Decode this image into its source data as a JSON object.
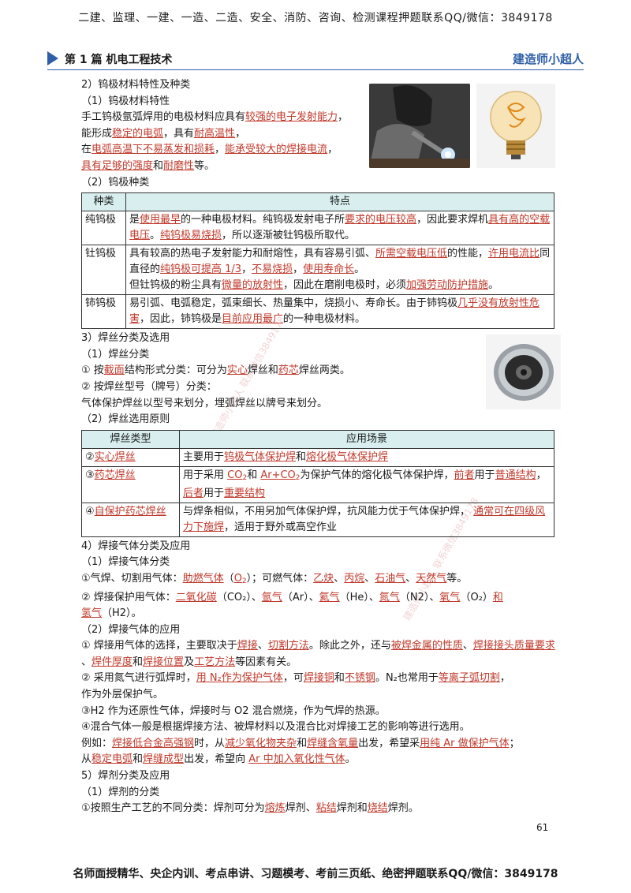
{
  "top_banner": "二建、监理、一建、一造、二造、安全、消防、咨询、检测课程押题联系QQ/微信：3849178",
  "header": {
    "part": "第 1 篇  机电工程技术",
    "brand": "建造师小超人"
  },
  "images": {
    "weld": "welder-image",
    "bulb": "tungsten-bulb-image",
    "wire": "wire-spool-image"
  },
  "sec2": {
    "title": "2）钨极材料特性及种类",
    "sub1": "（1）钨极材料特性",
    "p1a": "手工钨极氩弧焊用的电极材料应具有",
    "p1b": "较强的电子发射能力",
    "p1c": "，",
    "p2a": "能形成",
    "p2b": "稳定的电弧",
    "p2c": "，具有",
    "p2d": "耐高温性",
    "p2e": "，",
    "p3a": "在",
    "p3b": "电弧高温下不易蒸发和损耗",
    "p3c": "，",
    "p3d": "能承受较大的焊接电流",
    "p3e": "，",
    "p4a": "具有足够的强度",
    "p4b": "和",
    "p4c": "耐磨性",
    "p4d": "等。",
    "sub2": "（2）钨极种类",
    "th1": "种类",
    "th2": "特点",
    "r1name": "纯钨极",
    "r1a": "是",
    "r1b": "使用最早",
    "r1c": "的一种电极材料。纯钨极发射电子所",
    "r1d": "要求的电压较高",
    "r1e": "，因此要求焊机",
    "r1f": "具有高的空载电压",
    "r1g": "。",
    "r1h": "纯钨极易烧损",
    "r1i": "，所以逐渐被钍钨极所取代。",
    "r2name": "钍钨极",
    "r2a": "具有较高的热电子发射能力和耐熔性，具有容易引弧、",
    "r2b": "所需空载电压低",
    "r2c": "的性能，",
    "r2d": "许用电流比",
    "r2e": "同直径的",
    "r2f": "纯钨极可提高 1/3",
    "r2g": "，",
    "r2h": "不易烧损",
    "r2i": "，",
    "r2j": "使用寿命长",
    "r2k": "。",
    "r2l": "但钍钨极的粉尘具有",
    "r2m": "微量的放射性",
    "r2n": "，因此在磨削电极时，必须",
    "r2o": "加强劳动防护措施",
    "r2p": "。",
    "r3name": "铈钨极",
    "r3a": "易引弧、电弧稳定，弧束细长、热量集中，烧损小、寿命长。由于铈钨极",
    "r3b": "几乎没有放射性危害",
    "r3c": "，因此，铈钨极是",
    "r3d": "目前应用最广",
    "r3e": "的一种电极材料。"
  },
  "sec3": {
    "title": "3）焊丝分类及选用",
    "sub1": "（1）焊丝分类",
    "l1a": "①  按",
    "l1b": "截面",
    "l1c": "结构形式分类：可分为",
    "l1d": "实心",
    "l1e": "焊丝和",
    "l1f": "药芯",
    "l1g": "焊丝两类。",
    "l2": "②  按焊丝型号（牌号）分类：",
    "l3": "气体保护焊丝以型号来划分，埋弧焊丝以牌号来划分。",
    "sub2": "（2）焊丝选用原则",
    "th1": "焊丝类型",
    "th2": "应用场景",
    "r1n1": "②",
    "r1n2": "实心焊丝",
    "r1a": "主要用于",
    "r1b": "钨极气体保护焊",
    "r1c": "和",
    "r1d": "熔化极气体保护焊",
    "r2n1": "③",
    "r2n2": "药芯焊丝",
    "r2a": "用于采用 ",
    "r2b": "CO",
    "r2b2": "2",
    "r2c": "和  ",
    "r2d": "Ar+CO",
    "r2d2": "2",
    "r2e": "为保护气体的熔化极气体保护焊，",
    "r2f": "前者",
    "r2g": "用于",
    "r2h": "普通结构",
    "r2i": "，",
    "r2j": "后者",
    "r2k": "用于",
    "r2l": "重要结构",
    "r3n1": "④",
    "r3n2": "自保护药芯焊丝",
    "r3a": "与焊条相似，不用另加气体保护焊，抗风能力优于气体保护焊，  ",
    "r3b": "通常可在四级风力下施焊",
    "r3c": "，适用于野外或高空作业"
  },
  "sec4": {
    "title": "4）焊接气体分类及应用",
    "sub1": "（1）焊接气体分类",
    "l1a": "①气焊、切割用气体：",
    "l1b": "助燃气体",
    "l1c": "（",
    "l1d": "O",
    "l1d2": "2",
    "l1e": "）；可燃气体：",
    "l1f": "乙炔",
    "l1g": "、",
    "l1h": "丙烷",
    "l1i": "、",
    "l1j": "石油气",
    "l1k": "、",
    "l1l": "天然气",
    "l1m": "等。",
    "l2a": "②  焊接保护用气体：",
    "l2b": "二氧化碳",
    "l2c": "（CO₂）、",
    "l2d": "氩气",
    "l2e": "（Ar）、",
    "l2f": "氦气",
    "l2g": "（He）、",
    "l2h": "氮气",
    "l2i": "（N2）、",
    "l2j": "氧气",
    "l2k": "（O₂）",
    "l2l": "和",
    "l2m": "氢气",
    "l2n": "（H2）。",
    "sub2": "（2）焊接气体的应用",
    "a1a": "①  焊接用气体的选择，主要取决于",
    "a1b": "焊接",
    "a1c": "、",
    "a1d": "切割方法",
    "a1e": "。除此之外，还与",
    "a1f": "被焊金属的性质",
    "a1g": "、",
    "a1h": "焊接接头质量要求",
    "a1i": "、",
    "a1j": "焊件厚度",
    "a1k": "和",
    "a1l": "焊接位置",
    "a1m": "及",
    "a1n": "工艺方法",
    "a1o": "等因素有关。",
    "a2a": "②  采用氮气进行弧焊时，",
    "a2b": "用 N₂作为保护气体",
    "a2c": "，可",
    "a2d": "焊接铜",
    "a2e": "和",
    "a2f": "不锈钢",
    "a2g": "。N₂也常用于",
    "a2h": "等离子弧切割",
    "a2i": "，",
    "a2j": "作为外层保护气。",
    "a3": "③H2 作为还原性气体，焊接时与 O2 混合燃烧，作为气焊的热源。",
    "a4": "④混合气体一般是根据焊接方法、被焊材料以及混合比对焊接工艺的影响等进行选用。",
    "e1a": "例如：",
    "e1b": "焊接低合金高强钢",
    "e1c": "时，从",
    "e1d": "减少氧化物夹杂",
    "e1e": "和",
    "e1f": "焊缝含氧量",
    "e1g": "出发，希望采",
    "e1h": "用纯 Ar 做保护气体",
    "e1i": "；",
    "e2a": "从",
    "e2b": "稳定电弧",
    "e2c": "和",
    "e2d": "焊缝成型",
    "e2e": "出发，希望向 ",
    "e2f": "Ar 中加入氧化性气体",
    "e2g": "。"
  },
  "sec5": {
    "title": "5）焊剂分类及应用",
    "sub1": "（1）焊剂的分类",
    "l1a": "①按照生产工艺的不同分类：焊剂可分为",
    "l1b": "熔炼",
    "l1c": "焊剂、",
    "l1d": "粘结",
    "l1e": "焊剂和",
    "l1f": "烧结",
    "l1g": "焊剂。"
  },
  "page_number": "61",
  "footer": "名师面授精华、央企内训、考点串讲、习题模考、考前三页纸、绝密押题联系QQ/微信：3849178"
}
